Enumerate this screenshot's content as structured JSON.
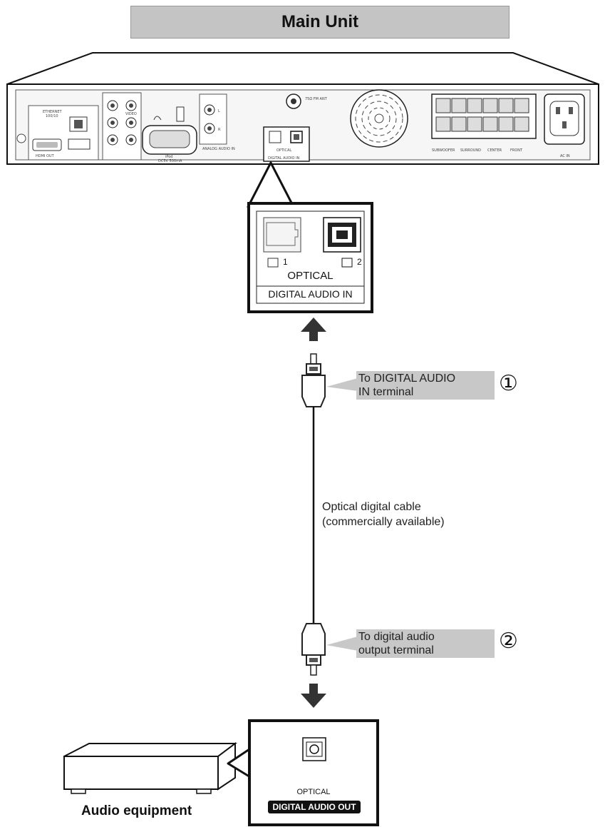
{
  "main_unit": {
    "title": "Main Unit",
    "rear_labels": {
      "ethernet": "ETHERNET",
      "ethernet_speed": "100/10",
      "hdmi_out": "HDMI OUT",
      "video": "VIDEO",
      "ipod": "iPod",
      "ipod_power": "DC5V 500mA",
      "analog_audio_in": "ANALOG AUDIO IN",
      "fm_ant": "75Ω FM ANT",
      "optical": "OPTICAL",
      "digital_audio_in": "DIGITAL AUDIO IN",
      "subwoofer": "SUBWOOFER",
      "surround": "SURROUND",
      "center": "CENTER",
      "front": "FRONT",
      "ac_in": "AC IN"
    }
  },
  "zoom_panel_top": {
    "port1": "1",
    "port2": "2",
    "optical": "OPTICAL",
    "label": "DIGITAL AUDIO IN"
  },
  "callout_1": {
    "line1": "To DIGITAL AUDIO",
    "line2": "IN terminal",
    "number": "①"
  },
  "cable": {
    "line1": "Optical digital cable",
    "line2": "(commercially available)"
  },
  "callout_2": {
    "line1": "To digital audio",
    "line2": "output terminal",
    "number": "②"
  },
  "zoom_panel_bottom": {
    "optical": "OPTICAL",
    "label": "DIGITAL AUDIO OUT"
  },
  "audio_equipment": {
    "label": "Audio equipment"
  }
}
